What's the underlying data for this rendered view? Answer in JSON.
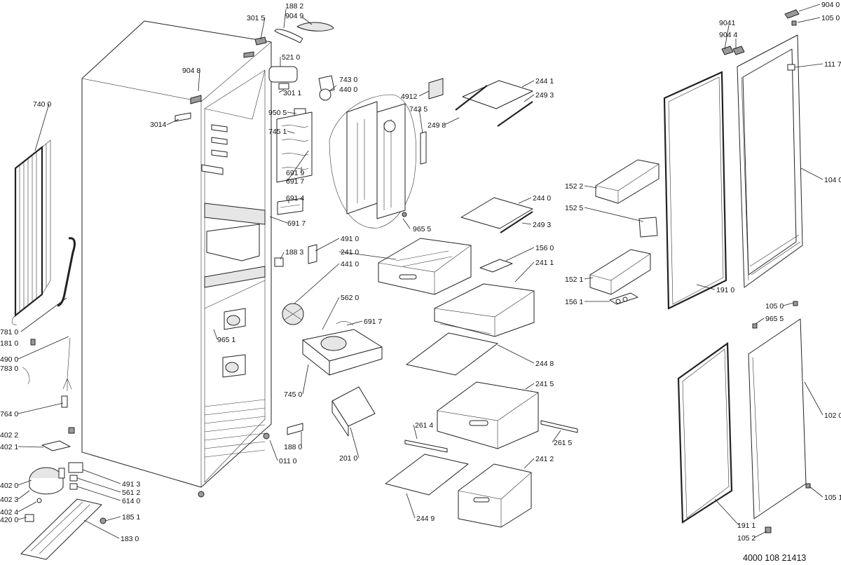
{
  "document_number": "4000 108 21413",
  "callouts": [
    {
      "id": "c3015",
      "text": "301 5"
    },
    {
      "id": "c1882",
      "text": "188 2"
    },
    {
      "id": "c9049",
      "text": "904 9"
    },
    {
      "id": "c5210",
      "text": "521 0"
    },
    {
      "id": "c9048",
      "text": "904 8"
    },
    {
      "id": "c3011",
      "text": "301 1"
    },
    {
      "id": "c7430",
      "text": "743 0"
    },
    {
      "id": "c4400",
      "text": "440 0"
    },
    {
      "id": "c9505",
      "text": "950 5"
    },
    {
      "id": "c3014",
      "text": "3014"
    },
    {
      "id": "c7451",
      "text": "745 1"
    },
    {
      "id": "c4912",
      "text": "4912"
    },
    {
      "id": "c7435",
      "text": "743 5"
    },
    {
      "id": "c2441",
      "text": "244 1"
    },
    {
      "id": "c2493a",
      "text": "249 3"
    },
    {
      "id": "c2498",
      "text": "249 8"
    },
    {
      "id": "c7400",
      "text": "740 0"
    },
    {
      "id": "c6919",
      "text": "691 9"
    },
    {
      "id": "c6917a",
      "text": "691 7"
    },
    {
      "id": "c6914",
      "text": "691 4"
    },
    {
      "id": "c6917b",
      "text": "691 7"
    },
    {
      "id": "c9655a",
      "text": "965 5"
    },
    {
      "id": "c2440",
      "text": "244 0"
    },
    {
      "id": "c2493b",
      "text": "249 3"
    },
    {
      "id": "c4910",
      "text": "491 0"
    },
    {
      "id": "c2410",
      "text": "241 0"
    },
    {
      "id": "c1883",
      "text": "188 3"
    },
    {
      "id": "c4410",
      "text": "441 0"
    },
    {
      "id": "c1560",
      "text": "156 0"
    },
    {
      "id": "c2411",
      "text": "241 1"
    },
    {
      "id": "c5620",
      "text": "562 0"
    },
    {
      "id": "c6917c",
      "text": "691 7"
    },
    {
      "id": "c7810",
      "text": "781 0"
    },
    {
      "id": "c1810",
      "text": "181 0"
    },
    {
      "id": "c9651",
      "text": "965 1"
    },
    {
      "id": "c4900",
      "text": "490 0"
    },
    {
      "id": "c7830",
      "text": "783 0"
    },
    {
      "id": "c2448",
      "text": "244 8"
    },
    {
      "id": "c7450",
      "text": "745 0"
    },
    {
      "id": "c2415",
      "text": "241 5"
    },
    {
      "id": "c7640",
      "text": "764 0"
    },
    {
      "id": "c4022",
      "text": "402 2"
    },
    {
      "id": "c2614",
      "text": "261 4"
    },
    {
      "id": "c2615",
      "text": "261 5"
    },
    {
      "id": "c4021",
      "text": "402 1"
    },
    {
      "id": "c1880",
      "text": "188 0"
    },
    {
      "id": "c2010",
      "text": "201 0"
    },
    {
      "id": "c0110",
      "text": "011 0"
    },
    {
      "id": "c2412",
      "text": "241 2"
    },
    {
      "id": "c4913",
      "text": "491 3"
    },
    {
      "id": "c4020",
      "text": "402 0"
    },
    {
      "id": "c5612",
      "text": "561 2"
    },
    {
      "id": "c6140",
      "text": "614 0"
    },
    {
      "id": "c4023",
      "text": "402 3"
    },
    {
      "id": "c4024",
      "text": "402 4"
    },
    {
      "id": "c1851",
      "text": "185 1"
    },
    {
      "id": "c4200",
      "text": "420 0"
    },
    {
      "id": "c2449",
      "text": "244 9"
    },
    {
      "id": "c1830",
      "text": "183 0"
    },
    {
      "id": "c9040",
      "text": "904 0"
    },
    {
      "id": "c1050a",
      "text": "105 0"
    },
    {
      "id": "c9041",
      "text": "9041"
    },
    {
      "id": "c9044",
      "text": "904 4"
    },
    {
      "id": "c1117",
      "text": "111 7"
    },
    {
      "id": "c1040",
      "text": "104 0"
    },
    {
      "id": "c1522",
      "text": "152 2"
    },
    {
      "id": "c1525",
      "text": "152 5"
    },
    {
      "id": "c1521",
      "text": "152 1"
    },
    {
      "id": "c1910",
      "text": "191 0"
    },
    {
      "id": "c1561",
      "text": "156 1"
    },
    {
      "id": "c1050b",
      "text": "105 0"
    },
    {
      "id": "c9655b",
      "text": "965 5"
    },
    {
      "id": "c1020",
      "text": "102 0"
    },
    {
      "id": "c1051",
      "text": "105 1"
    },
    {
      "id": "c1911",
      "text": "191 1"
    },
    {
      "id": "c1052",
      "text": "105 2"
    }
  ]
}
